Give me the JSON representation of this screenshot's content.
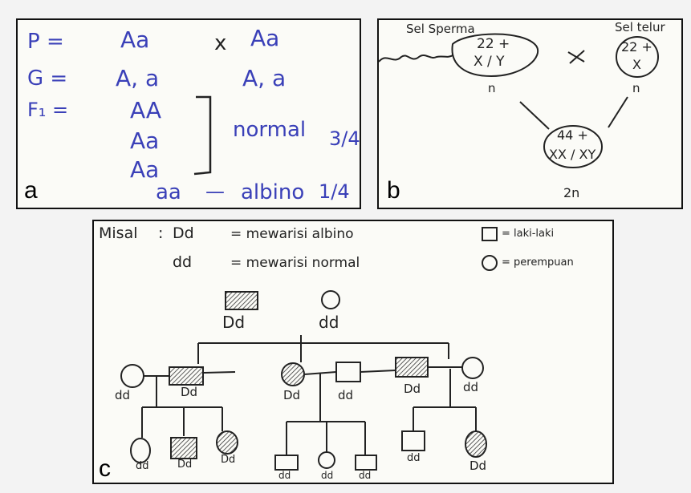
{
  "panel_a": {
    "letter": "a",
    "p_label": "P =",
    "p_left": "Aa",
    "p_cross": "x",
    "p_right": "Aa",
    "g_label": "G =",
    "g_left": "A, a",
    "g_right": "A, a",
    "f1_label": "F₁ =",
    "f1_items": [
      "AA",
      "Aa",
      "Aa"
    ],
    "normal_label": "normal",
    "normal_ratio": "3/4",
    "aa_label": "aa",
    "dash": "—",
    "albino_label": "albino",
    "albino_ratio": "1/4"
  },
  "panel_b": {
    "letter": "b",
    "sperm_title": "Sel Sperma",
    "sperm_line1": "22 +",
    "sperm_line2": "X / Y",
    "sperm_ploidy": "n",
    "cross": "x",
    "egg_title": "Sel telur",
    "egg_line1": "22 +",
    "egg_line2": "X",
    "egg_ploidy": "n",
    "zygote_line1": "44 +",
    "zygote_line2": "XX / XY",
    "zygote_ploidy": "2n"
  },
  "panel_c": {
    "letter": "c",
    "legend_misal": "Misal",
    "legend_colon": ":",
    "legend_dd_carrier": "Dd",
    "legend_carrier_desc": "= mewarisi albino",
    "legend_dd_normal": "dd",
    "legend_normal_desc": "= mewarisi normal",
    "legend_male_desc": "= laki-laki",
    "legend_female_desc": "= perempuan",
    "gen1_male": "Dd",
    "gen1_female": "dd",
    "gen2": [
      "dd",
      "Dd",
      "Dd",
      "dd",
      "Dd",
      "dd"
    ],
    "gen3": [
      "dd",
      "Dd",
      "Dd",
      "dd",
      "dd",
      "dd",
      "dd",
      "Dd"
    ]
  }
}
